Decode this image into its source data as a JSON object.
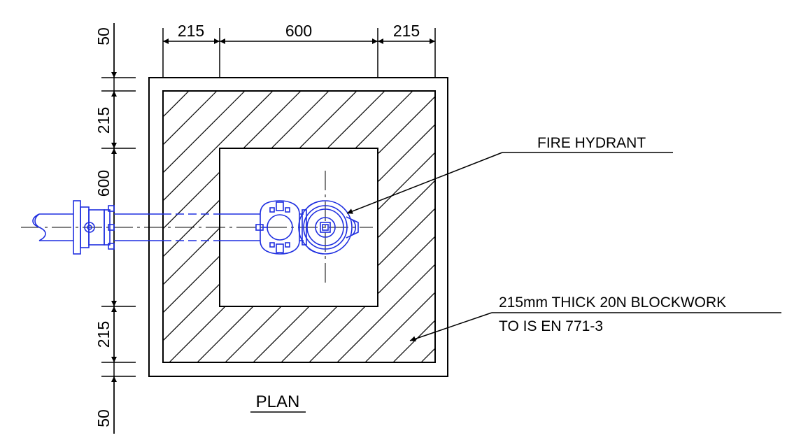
{
  "drawing": {
    "dimensions": {
      "top": [
        "215",
        "600",
        "215"
      ],
      "left": [
        "50",
        "215",
        "600",
        "215",
        "50"
      ]
    },
    "labels": {
      "fire_hydrant": "FIRE HYDRANT",
      "blockwork_line1": "215mm THICK 20N BLOCKWORK",
      "blockwork_line2": "TO IS EN 771-3"
    },
    "title": "PLAN",
    "colors": {
      "linework": "#000000",
      "hydrant_pipework": "#1f2fe0"
    }
  }
}
